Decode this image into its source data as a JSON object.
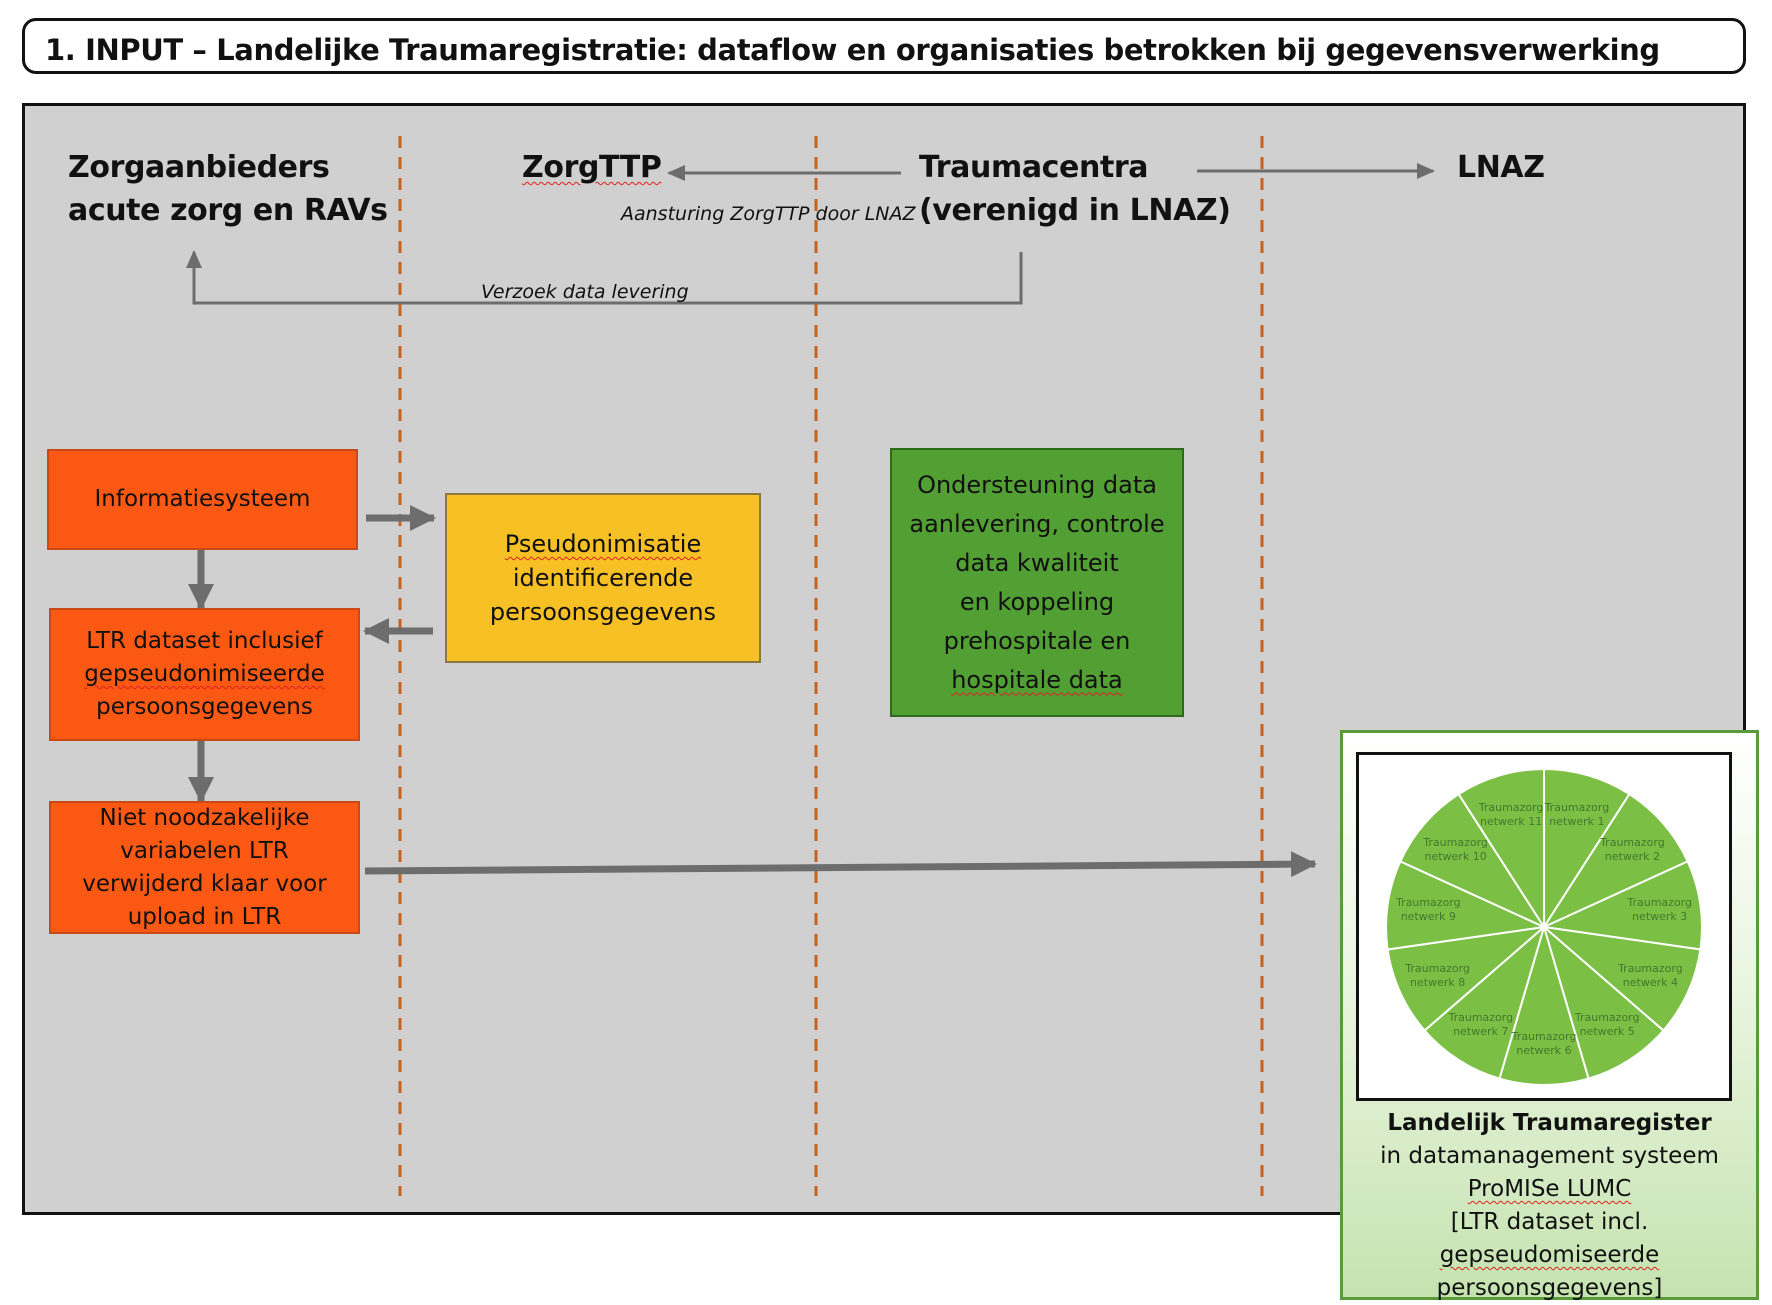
{
  "title": "1. INPUT – Landelijke Traumaregistratie: dataflow en organisaties betrokken bij gegevensverwerking",
  "columns": {
    "zorgaanbieders": [
      "Zorgaanbieders",
      "acute zorg en RAVs"
    ],
    "zorgttp": "ZorgTTP",
    "traumacentra": [
      "Traumacentra",
      "(verenigd in LNAZ)"
    ],
    "lnaz": "LNAZ"
  },
  "notes": {
    "aansturing": "Aansturing ZorgTTP  door LNAZ",
    "verzoek": "Verzoek data levering"
  },
  "boxes": {
    "informatiesysteem": "Informatiesysteem",
    "ltr_dataset": [
      "LTR dataset inclusief",
      "gepseudonimiseerde",
      "persoonsgegevens"
    ],
    "niet_noodzakelijk": [
      "Niet noodzakelijke",
      "variabelen LTR",
      "verwijderd klaar voor",
      "upload in LTR"
    ],
    "pseudonimisatie": [
      "Pseudonimisatie",
      "identificerende",
      "persoonsgegevens"
    ],
    "ondersteuning": [
      "Ondersteuning data",
      "aanlevering, controle",
      "data kwaliteit",
      "en koppeling",
      "prehospitale en",
      "hospitale data"
    ]
  },
  "registry": {
    "title": "Landelijk Traumaregister",
    "lines": [
      "in datamanagement systeem",
      "ProMISe LUMC",
      "[LTR dataset incl.",
      "gepseudomiseerde",
      "persoonsgegevens]"
    ],
    "segment_word": "Traumazorg",
    "segments": [
      "netwerk 1",
      "netwerk 2",
      "netwerk 3",
      "netwerk 4",
      "netwerk 5",
      "netwerk 6",
      "netwerk 7",
      "netwerk 8",
      "netwerk 9",
      "netwerk 10",
      "netwerk 11"
    ]
  },
  "colors": {
    "orange": "#fb5813",
    "yellow": "#f7c125",
    "green": "#529f34",
    "panel": "#d0d0d0",
    "arrow": "#6d6d6d",
    "divider": "#c8621f",
    "wheel": "#7bbf45"
  }
}
